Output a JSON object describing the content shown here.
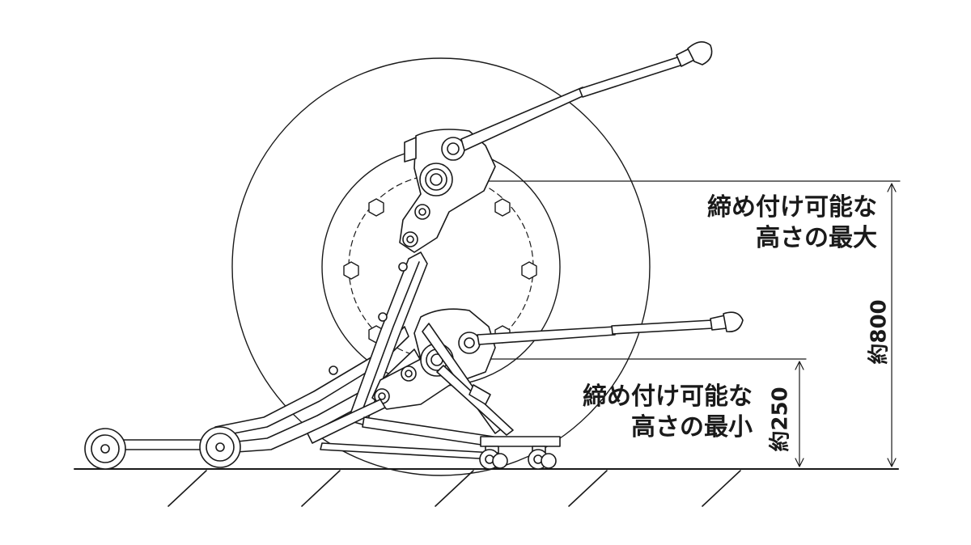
{
  "labels": {
    "max_line1": "締め付け可能な",
    "max_line2": "高さの最大",
    "min_line1": "締め付け可能な",
    "min_line2": "高さの最小"
  },
  "dimensions": {
    "max": "約800",
    "min": "約250"
  },
  "colors": {
    "line": "#1a1a1a",
    "background": "#ffffff"
  }
}
